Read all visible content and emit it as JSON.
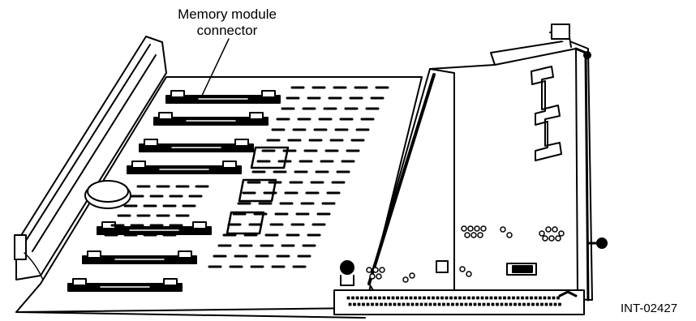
{
  "callout": {
    "line1": "Memory module",
    "line2": "connector"
  },
  "figure_code": "INT-02427",
  "colors": {
    "ink": "#000000",
    "paper": "#ffffff"
  }
}
